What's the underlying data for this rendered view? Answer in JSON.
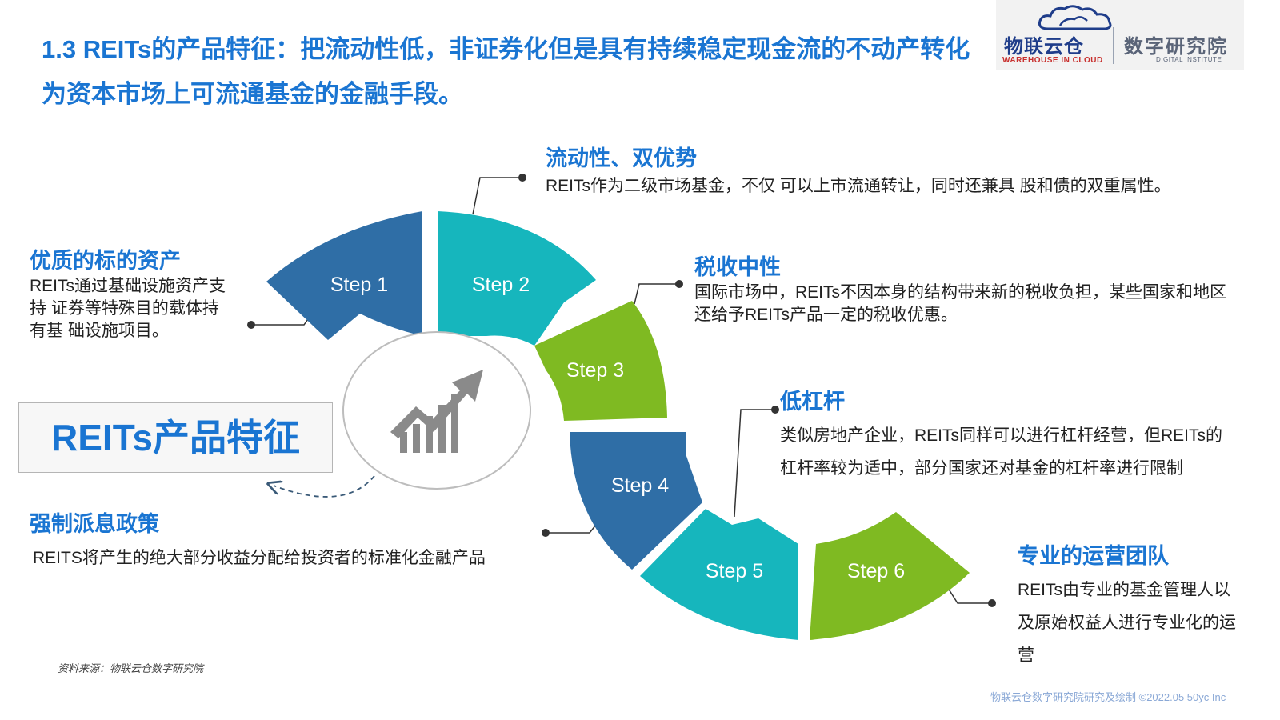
{
  "title": "1.3 REITs的产品特征：把流动性低，非证券化但是具有持续稳定现金流的不动产转化为资本市场上可流通基金的金融手段。",
  "logo": {
    "brand": "物联云仓",
    "brand_sub": "WAREHOUSE IN CLOUD",
    "institute": "数字研究院",
    "institute_sub": "DIGITAL INSTITUTE"
  },
  "center_label": "REITs产品特征",
  "steps": [
    "Step 1",
    "Step 2",
    "Step 3",
    "Step 4",
    "Step 5",
    "Step 6"
  ],
  "features": [
    {
      "title": "优质的标的资产",
      "text": "REITs通过基础设施资产支持 证券等特殊目的载体持有基 础设施项目。"
    },
    {
      "title": "流动性、双优势",
      "text": "REITs作为二级市场基金，不仅 可以上市流通转让，同时还兼具 股和债的双重属性。"
    },
    {
      "title": "税收中性",
      "text": "国际市场中，REITs不因本身的结构带来新的税收负担，某些国家和地区还给予REITs产品一定的税收优惠。"
    },
    {
      "title": "低杠杆",
      "text": "类似房地产企业，REITs同样可以进行杠杆经营，但REITs的杠杆率较为适中，部分国家还对基金的杠杆率进行限制"
    },
    {
      "title": "强制派息政策",
      "text": "REITS将产生的绝大部分收益分配给投资者的标准化金融产品"
    },
    {
      "title": "专业的运营团队",
      "text": "REITs由专业的基金管理人以及原始权益人进行专业化的运营"
    }
  ],
  "source": "资料来源：物联云仓数字研究院",
  "footer": "物联云仓数字研究院研究及绘制 ©2022.05 50yc Inc",
  "colors": {
    "accent_blue": "#1a75d2",
    "step_dark_blue": "#2f6ea6",
    "step_teal": "#16b6bd",
    "step_green": "#7fba22"
  },
  "icons": [
    "growth-chart-icon"
  ]
}
